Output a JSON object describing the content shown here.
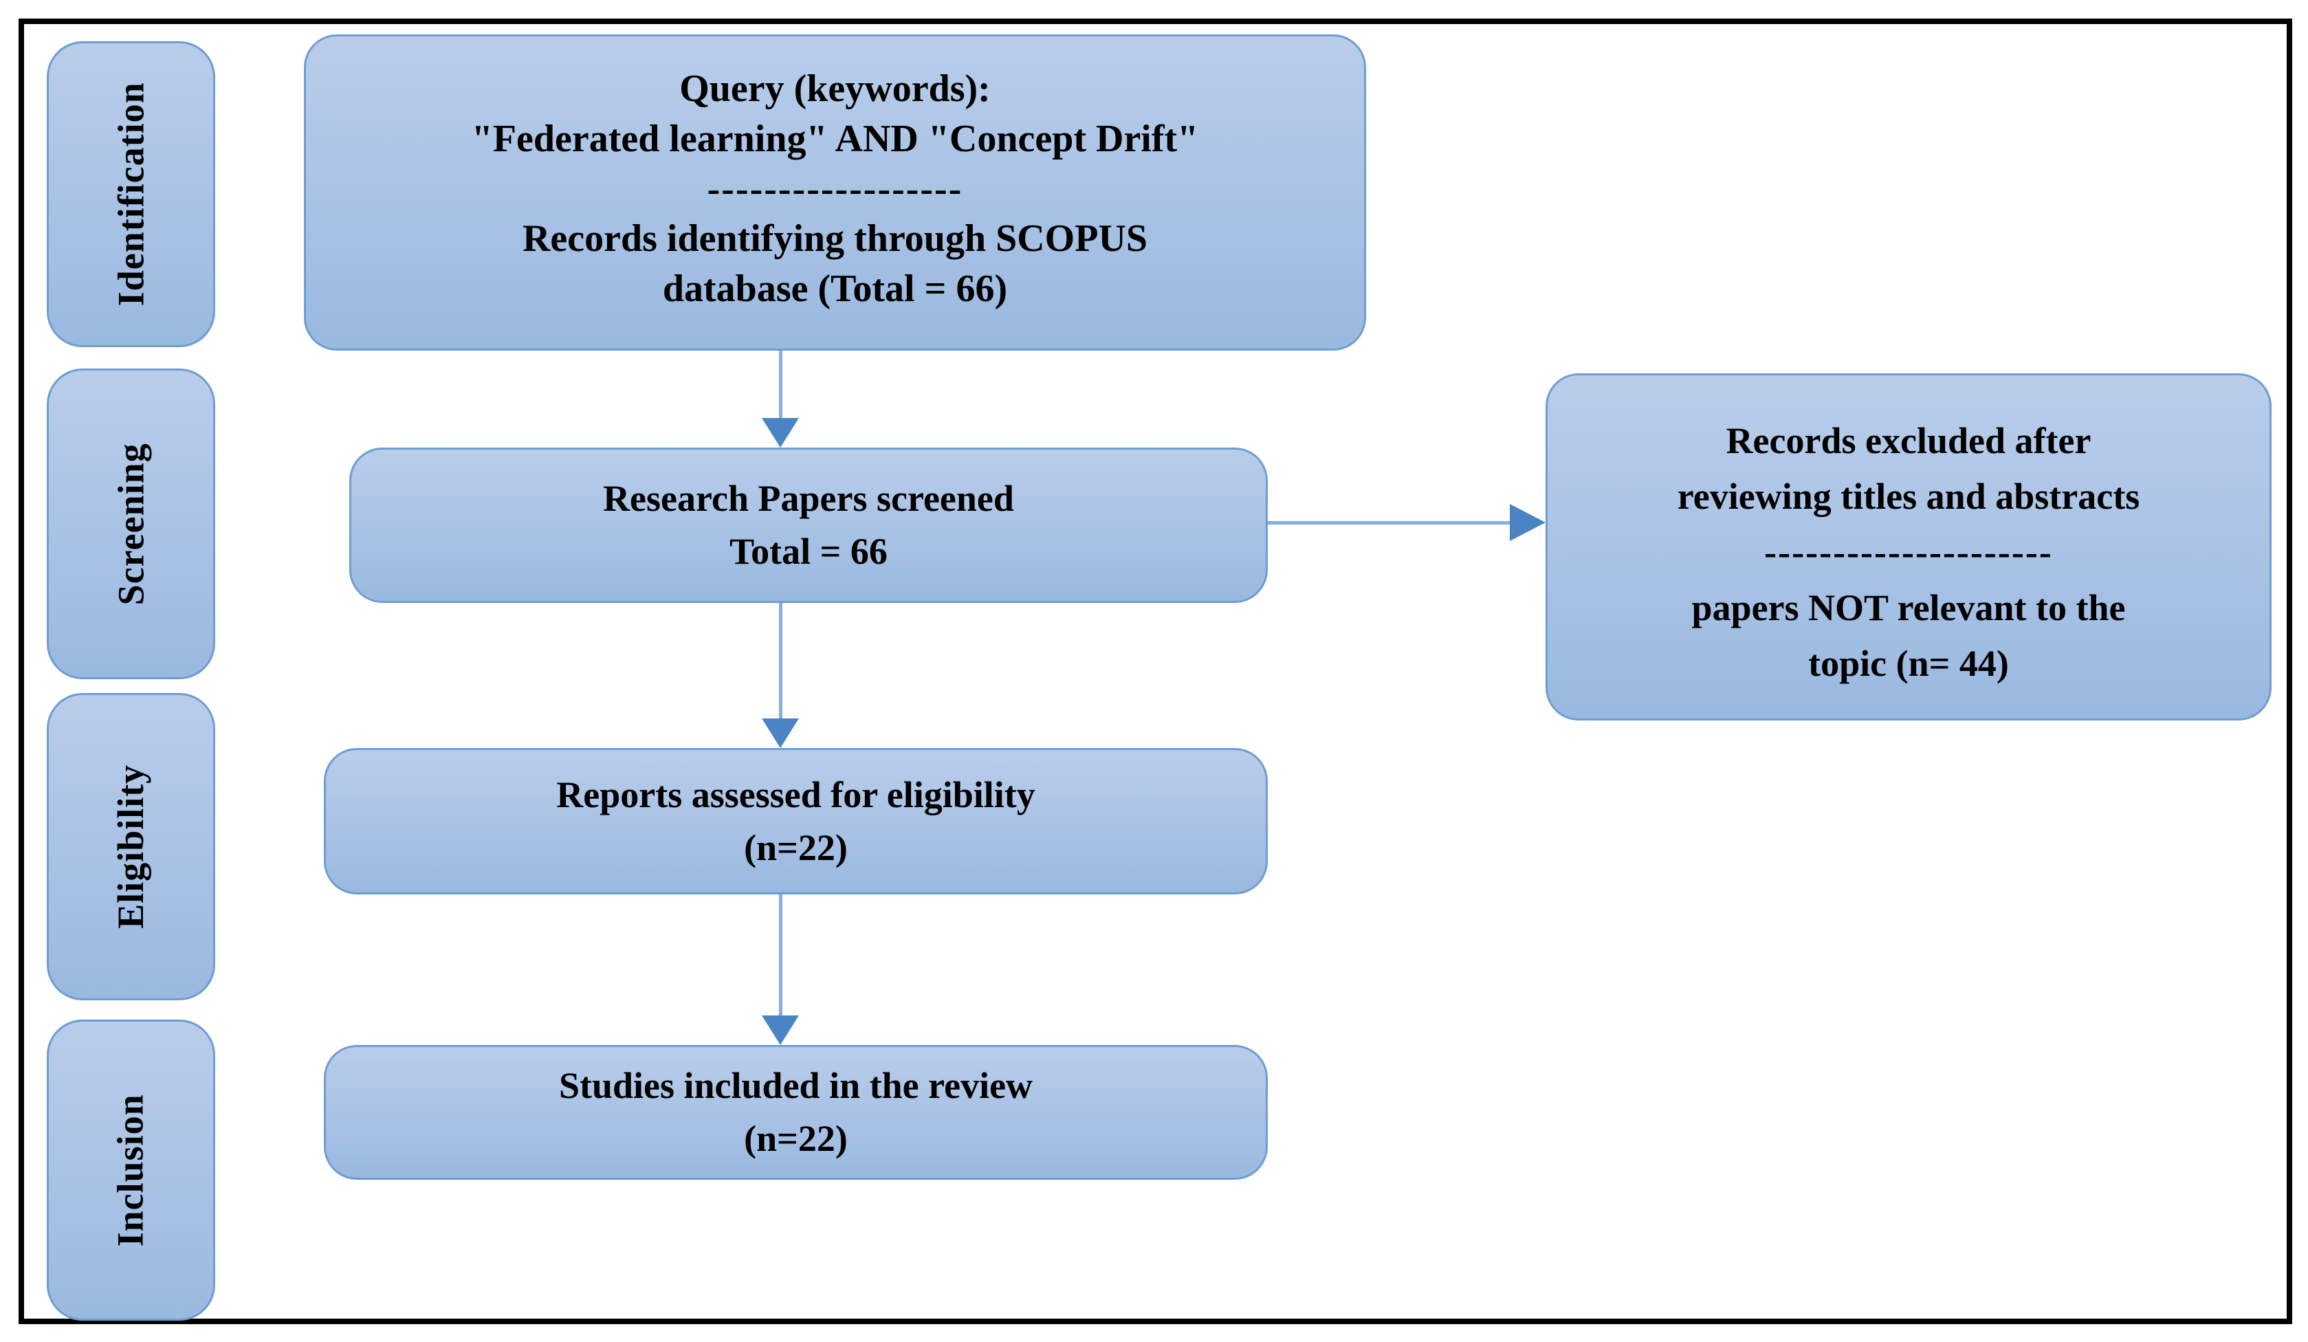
{
  "colors": {
    "box_border": "#6e9dd3",
    "box_fill_top": "#b9cdea",
    "box_fill_bottom": "#9ab9e0",
    "arrow_head": "#4a84c4",
    "arrow_line": "#85aedd",
    "frame_border": "#000000",
    "text": "#000000"
  },
  "sidebar": {
    "stages": [
      {
        "label": "Identification"
      },
      {
        "label": "Screening"
      },
      {
        "label": "Eligibility"
      },
      {
        "label": "Inclusion"
      }
    ]
  },
  "boxes": {
    "identification_query": {
      "line1": "Query (keywords):",
      "line2": "\"Federated learning\" AND \"Concept Drift\"",
      "separator": "------------------",
      "line3": "Records identifying through SCOPUS",
      "line4": "database (Total = 66)"
    },
    "screening": {
      "line1": "Research Papers screened",
      "line2": "Total = 66"
    },
    "excluded": {
      "line1": "Records excluded after",
      "line2": "reviewing titles and abstracts",
      "separator": "---------------------",
      "line3": "papers NOT relevant to the",
      "line4": "topic (n= 44)"
    },
    "eligibility": {
      "line1": "Reports assessed for eligibility",
      "line2": "(n=22)"
    },
    "inclusion": {
      "line1": "Studies included in the review",
      "line2": "(n=22)"
    }
  }
}
